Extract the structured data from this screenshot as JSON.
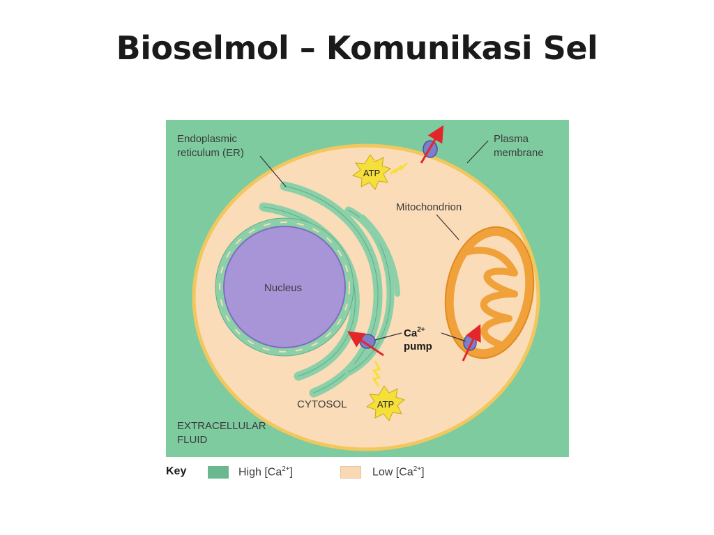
{
  "title": "Bioselmol – Komunikasi Sel",
  "diagram": {
    "labels": {
      "er_line1": "Endoplasmic",
      "er_line2": "reticulum (ER)",
      "pm_line1": "Plasma",
      "pm_line2": "membrane",
      "mitochondrion": "Mitochondrion",
      "nucleus": "Nucleus",
      "ca_base": "Ca",
      "ca_sup": "2+",
      "pump": "pump",
      "cytosol": "CYTOSOL",
      "ecf_line1": "EXTRACELLULAR",
      "ecf_line2": "FLUID",
      "atp_top": "ATP",
      "atp_bottom": "ATP"
    },
    "colors": {
      "extracellular": "#7ecb9f",
      "cytosol": "#fbdcb8",
      "membrane": "#f2c75e",
      "er": "#8bd0a8",
      "nucleus": "#a895d8",
      "mitochondrion": "#f0a13a",
      "atp_burst": "#f5df3a",
      "pump": "#7d7fc8",
      "arrow": "#e3262b"
    }
  },
  "key": {
    "title": "Key",
    "high_base": "High [Ca",
    "high_sup": "2+",
    "high_end": "]",
    "low_base": "Low [Ca",
    "low_sup": "2+",
    "low_end": "]"
  }
}
